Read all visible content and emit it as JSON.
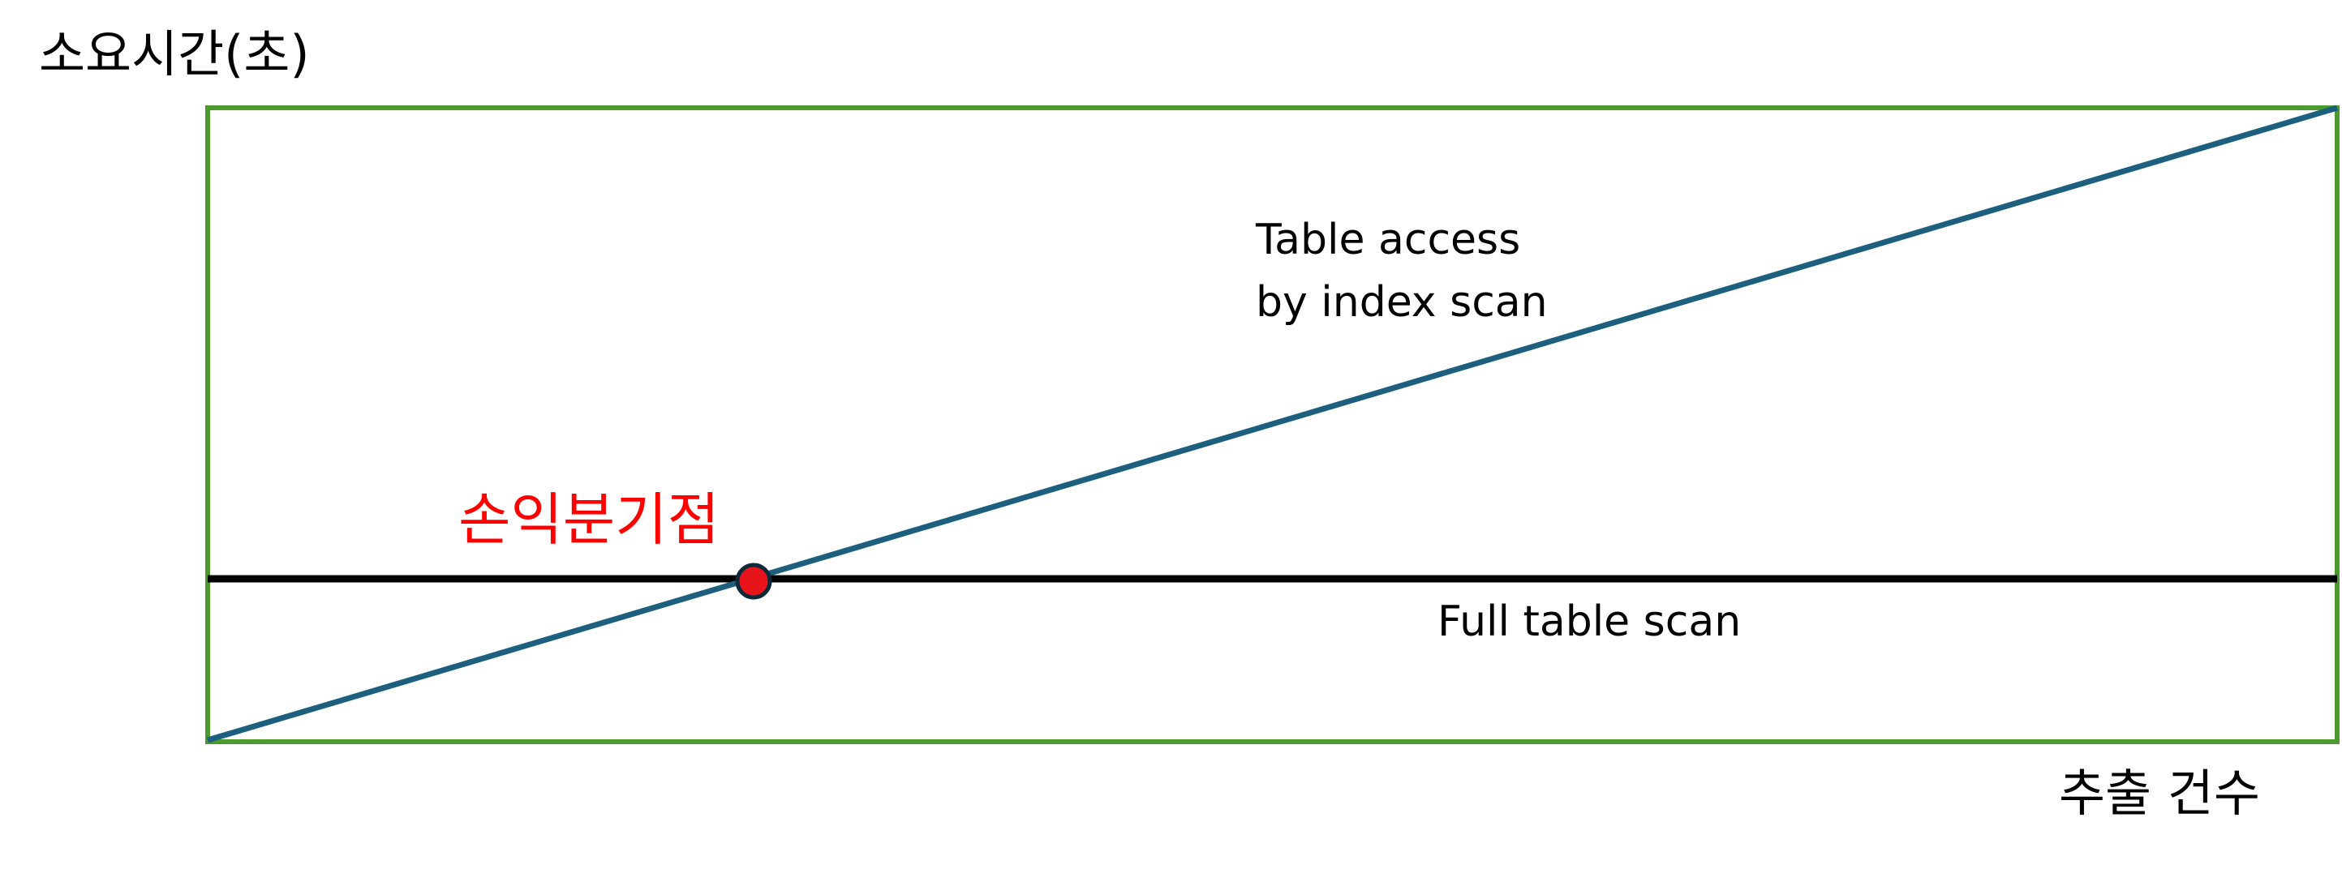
{
  "labels": {
    "y_axis": "소요시간(초)",
    "x_axis": "추출 건수",
    "index_line_line1": "Table access",
    "index_line_line2": "by index scan",
    "full_line": "Full table scan",
    "break_even": "손익분기점"
  },
  "colors": {
    "frame": "#4a9a2e",
    "index_line": "#1c5f7e",
    "full_line": "#000000",
    "break_even_text": "#ff0000",
    "break_even_fill": "#e8141c",
    "break_even_stroke": "#0d2a3a",
    "text": "#000000"
  }
}
